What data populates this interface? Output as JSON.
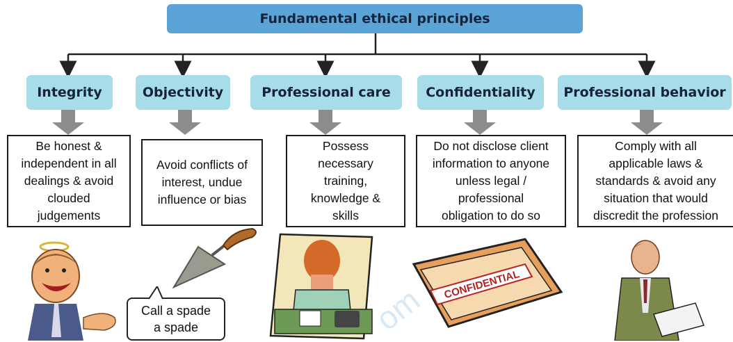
{
  "title": "Fundamental ethical principles",
  "principles": [
    {
      "name": "Integrity",
      "description": "Be honest &\nindependent in all\ndealings & avoid\nclouded\njudgements"
    },
    {
      "name": "Objectivity",
      "description": "Avoid conflicts of\ninterest, undue\ninfluence or bias"
    },
    {
      "name": "Professional care",
      "description": "Possess\nnecessary\ntraining,\nknowledge &\nskills"
    },
    {
      "name": "Confidentiality",
      "description": "Do not disclose client\ninformation to anyone\nunless legal /\nprofessional\nobligation to do so"
    },
    {
      "name": "Professional behavior",
      "description": "Comply with all\napplicable laws &\nstandards  & avoid any\nsituation that would\ndiscredit the profession"
    }
  ],
  "speech_bubble": "Call a spade\na spade",
  "confidential_stamp": "CONFIDENTIAL",
  "watermark": "om",
  "colors": {
    "title_bg": "#5ba4d8",
    "category_bg": "#a7dde8",
    "connector": "#222222",
    "gray_arrow": "#8c8c8c"
  }
}
